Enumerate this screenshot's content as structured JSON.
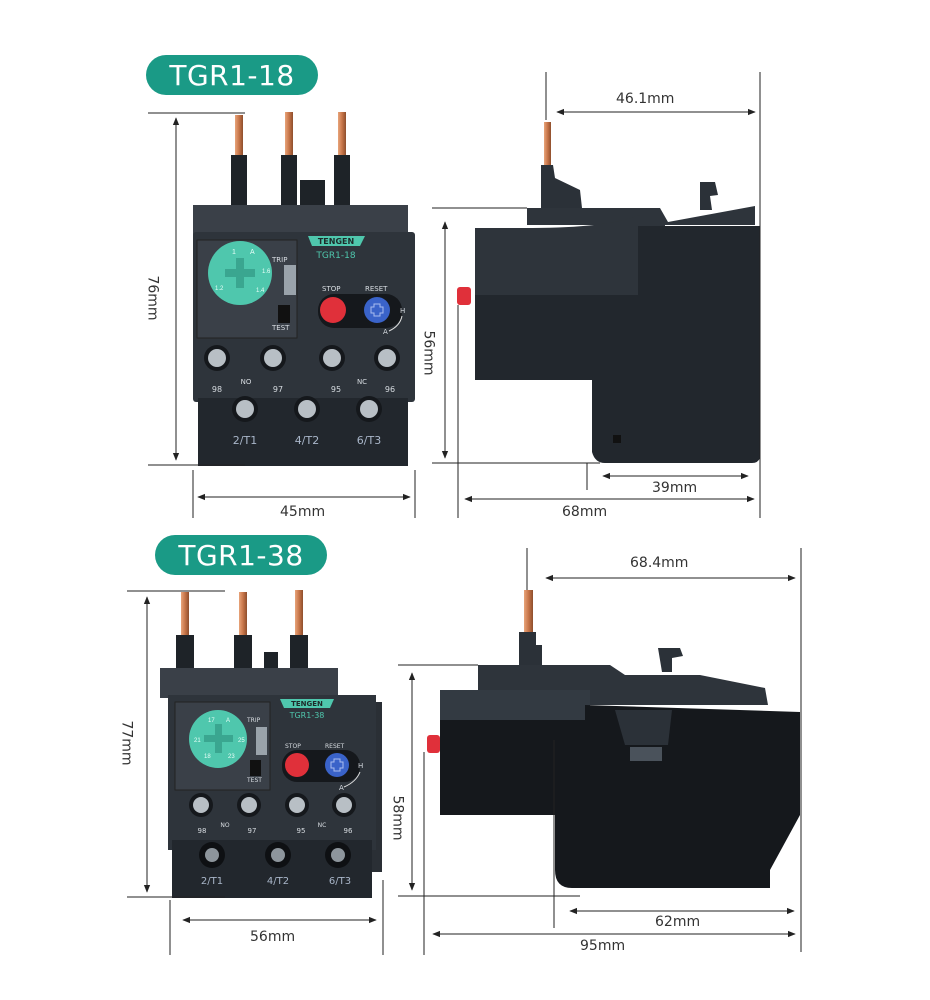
{
  "colors": {
    "accent": "#1a9a86",
    "body_dark": "#2b3138",
    "body_black": "#15181c",
    "dial": "#4fc7ad",
    "stop_button": "#e0303a",
    "reset_button": "#3a63c9",
    "copper": "#c8764a"
  },
  "products": [
    {
      "model": "TGR1-18",
      "brand_plate": "TENGEN",
      "plate_model": "TGR1-18",
      "front_view": {
        "height_label": "76mm",
        "width_label": "45mm",
        "dial_marks": [
          "1",
          "A",
          "1.6",
          "1.4",
          "1.2"
        ],
        "labels": {
          "trip": "TRIP",
          "test": "TEST",
          "stop": "STOP",
          "reset": "RESET",
          "h": "H",
          "a": "A"
        },
        "aux_terminals": [
          "98",
          "NO",
          "97",
          "95",
          "NC",
          "96"
        ],
        "main_terminals": [
          "2/T1",
          "4/T2",
          "6/T3"
        ]
      },
      "side_view": {
        "depth_top_label": "46.1mm",
        "height_label": "56mm",
        "depth_bottom_label": "39mm",
        "total_depth_label": "68mm"
      }
    },
    {
      "model": "TGR1-38",
      "brand_plate": "TENGEN",
      "plate_model": "TGR1-38",
      "front_view": {
        "height_label": "77mm",
        "width_label": "56mm",
        "dial_marks": [
          "17",
          "A",
          "25",
          "23",
          "18",
          "21"
        ],
        "labels": {
          "trip": "TRIP",
          "test": "TEST",
          "stop": "STOP",
          "reset": "RESET",
          "h": "H",
          "a": "A"
        },
        "aux_terminals": [
          "98",
          "NO",
          "97",
          "95",
          "NC",
          "96"
        ],
        "main_terminals": [
          "2/T1",
          "4/T2",
          "6/T3"
        ]
      },
      "side_view": {
        "depth_top_label": "68.4mm",
        "height_label": "58mm",
        "depth_bottom_label": "62mm",
        "total_depth_label": "95mm"
      }
    }
  ]
}
